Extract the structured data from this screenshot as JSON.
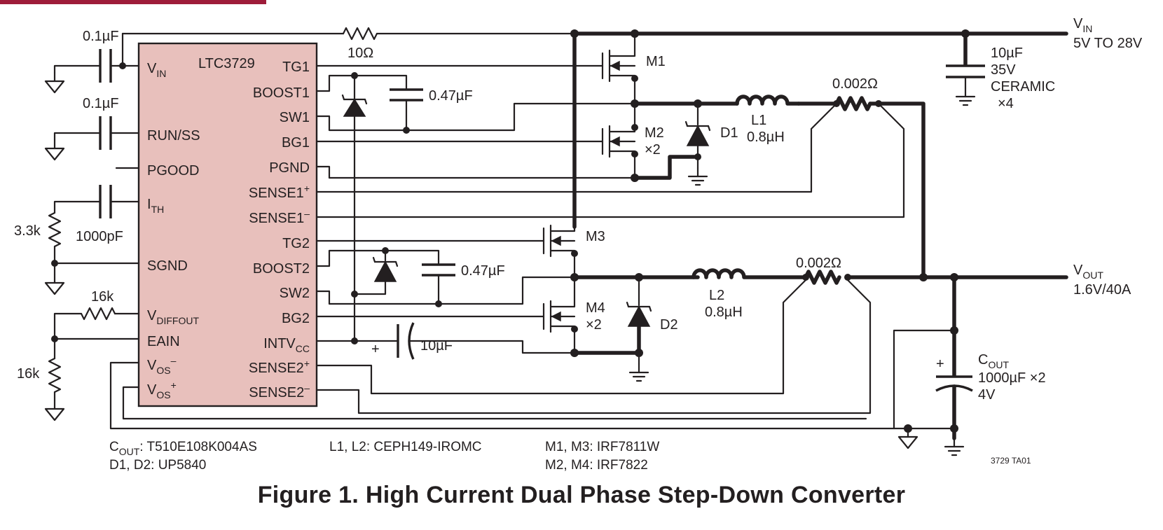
{
  "figure": {
    "caption": "Figure 1. High Current Dual Phase Step-Down Converter",
    "brand_color": "#9e1c3a",
    "ic_fill": "#e8c0bc",
    "ink": "#231f20"
  },
  "ic": {
    "name": "LTC3729",
    "left_pins": {
      "vin": {
        "main": "V",
        "sub": "IN",
        "sup": ""
      },
      "run_ss": {
        "main": "RUN/SS",
        "sub": "",
        "sup": ""
      },
      "pgood": {
        "main": "PGOOD",
        "sub": "",
        "sup": ""
      },
      "ith": {
        "main": "I",
        "sub": "TH",
        "sup": ""
      },
      "sgnd": {
        "main": "SGND",
        "sub": "",
        "sup": ""
      },
      "vdiffout": {
        "main": "V",
        "sub": "DIFFOUT",
        "sup": ""
      },
      "eain": {
        "main": "EAIN",
        "sub": "",
        "sup": ""
      },
      "vos_minus": {
        "main": "V",
        "sub": "OS",
        "sup": "–"
      },
      "vos_plus": {
        "main": "V",
        "sub": "OS",
        "sup": "+"
      }
    },
    "right_pins": {
      "tg1": {
        "main": "TG1",
        "sub": "",
        "sup": ""
      },
      "boost1": {
        "main": "BOOST1",
        "sub": "",
        "sup": ""
      },
      "sw1": {
        "main": "SW1",
        "sub": "",
        "sup": ""
      },
      "bg1": {
        "main": "BG1",
        "sub": "",
        "sup": ""
      },
      "pgnd": {
        "main": "PGND",
        "sub": "",
        "sup": ""
      },
      "sense1_plus": {
        "main": "SENSE1",
        "sub": "",
        "sup": "+"
      },
      "sense1_minus": {
        "main": "SENSE1",
        "sub": "",
        "sup": "–"
      },
      "tg2": {
        "main": "TG2",
        "sub": "",
        "sup": ""
      },
      "boost2": {
        "main": "BOOST2",
        "sub": "",
        "sup": ""
      },
      "sw2": {
        "main": "SW2",
        "sub": "",
        "sup": ""
      },
      "bg2": {
        "main": "BG2",
        "sub": "",
        "sup": ""
      },
      "intvcc": {
        "main": "INTV",
        "sub": "CC",
        "sup": ""
      },
      "sense2_plus": {
        "main": "SENSE2",
        "sub": "",
        "sup": "+"
      },
      "sense2_minus": {
        "main": "SENSE2",
        "sub": "",
        "sup": "–"
      }
    }
  },
  "components": {
    "c_vin": "0.1µF",
    "c_run": "0.1µF",
    "c_ith": "1000pF",
    "r_ith": "3.3k",
    "r_vin": "10Ω",
    "r_diff1": "16k",
    "r_diff2": "16k",
    "c_boost1": "0.47µF",
    "c_boost2": "0.47µF",
    "c_intvcc": "10µF",
    "c_intvcc_pol": "+",
    "m1": "M1",
    "m2": "M2",
    "m2_count": "×2",
    "m3": "M3",
    "m4": "M4",
    "m4_count": "×2",
    "d1": "D1",
    "d2": "D2",
    "l1_name": "L1",
    "l1_value": "0.8µH",
    "l2_name": "L2",
    "l2_value": "0.8µH",
    "rsense1": "0.002Ω",
    "rsense2": "0.002Ω",
    "c_in_value": "10µF",
    "c_in_voltage": "35V",
    "c_in_type": "CERAMIC",
    "c_in_count": "×4",
    "cout_name": {
      "main": "C",
      "sub": "OUT"
    },
    "cout_value": "1000µF ×2",
    "cout_voltage": "4V",
    "cout_pol": "+"
  },
  "rails": {
    "vin": {
      "main": "V",
      "sub": "IN"
    },
    "vin_range": "5V TO 28V",
    "vout": {
      "main": "V",
      "sub": "OUT"
    },
    "vout_spec": "1.6V/40A"
  },
  "parts_list": {
    "cout": {
      "main": "C",
      "sub": "OUT",
      "rest": ": T510E108K004AS"
    },
    "diodes": "D1, D2: UP5840",
    "inductors": "L1, L2: CEPH149-IROMC",
    "m1_m3": "M1, M3: IRF7811W",
    "m2_m4": "M2, M4: IRF7822"
  },
  "figure_id": "3729 TA01"
}
